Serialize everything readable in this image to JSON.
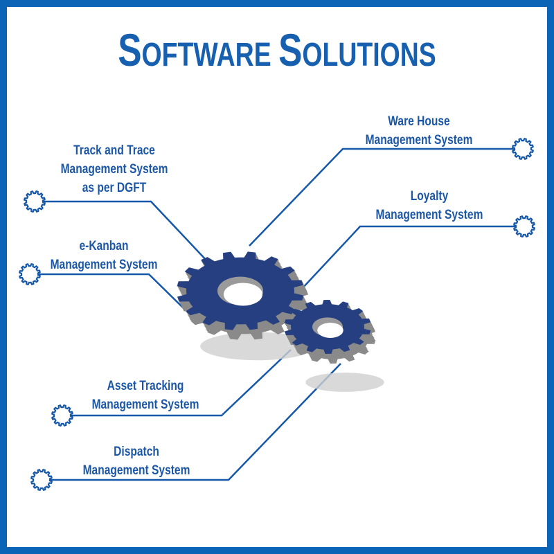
{
  "title": {
    "cap1": "S",
    "rest1": "OFTWARE",
    "cap2": "S",
    "rest2": "OLUTIONS"
  },
  "colors": {
    "border": "#0b64b5",
    "line": "#1557a8",
    "gear": "#263f80",
    "text": "#1b57a6"
  },
  "items": [
    {
      "id": "track-and-trace",
      "lines": [
        "Track and Trace",
        "Management System",
        "as per DGFT"
      ],
      "icon": "gear-icon"
    },
    {
      "id": "e-kanban",
      "lines": [
        "e-Kanban",
        "Management System"
      ],
      "icon": "gear-icon"
    },
    {
      "id": "ware-house",
      "lines": [
        "Ware House",
        "Management System"
      ],
      "icon": "gear-icon"
    },
    {
      "id": "loyalty",
      "lines": [
        "Loyalty",
        "Management System"
      ],
      "icon": "gear-icon"
    },
    {
      "id": "asset-tracking",
      "lines": [
        "Asset Tracking",
        "Management System"
      ],
      "icon": "gear-icon"
    },
    {
      "id": "dispatch",
      "lines": [
        "Dispatch",
        "Management System"
      ],
      "icon": "gear-icon"
    }
  ]
}
